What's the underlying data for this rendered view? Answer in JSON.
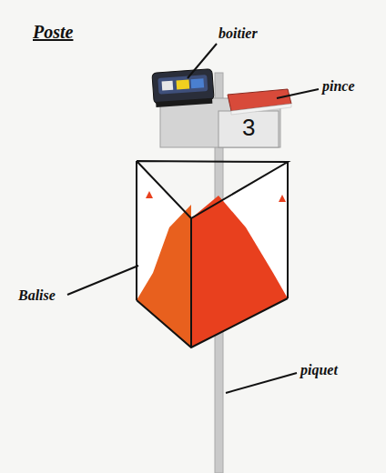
{
  "diagram": {
    "title": "Poste",
    "labels": [
      "boitier",
      "pince",
      "3",
      "Balise",
      "piquet"
    ]
  }
}
